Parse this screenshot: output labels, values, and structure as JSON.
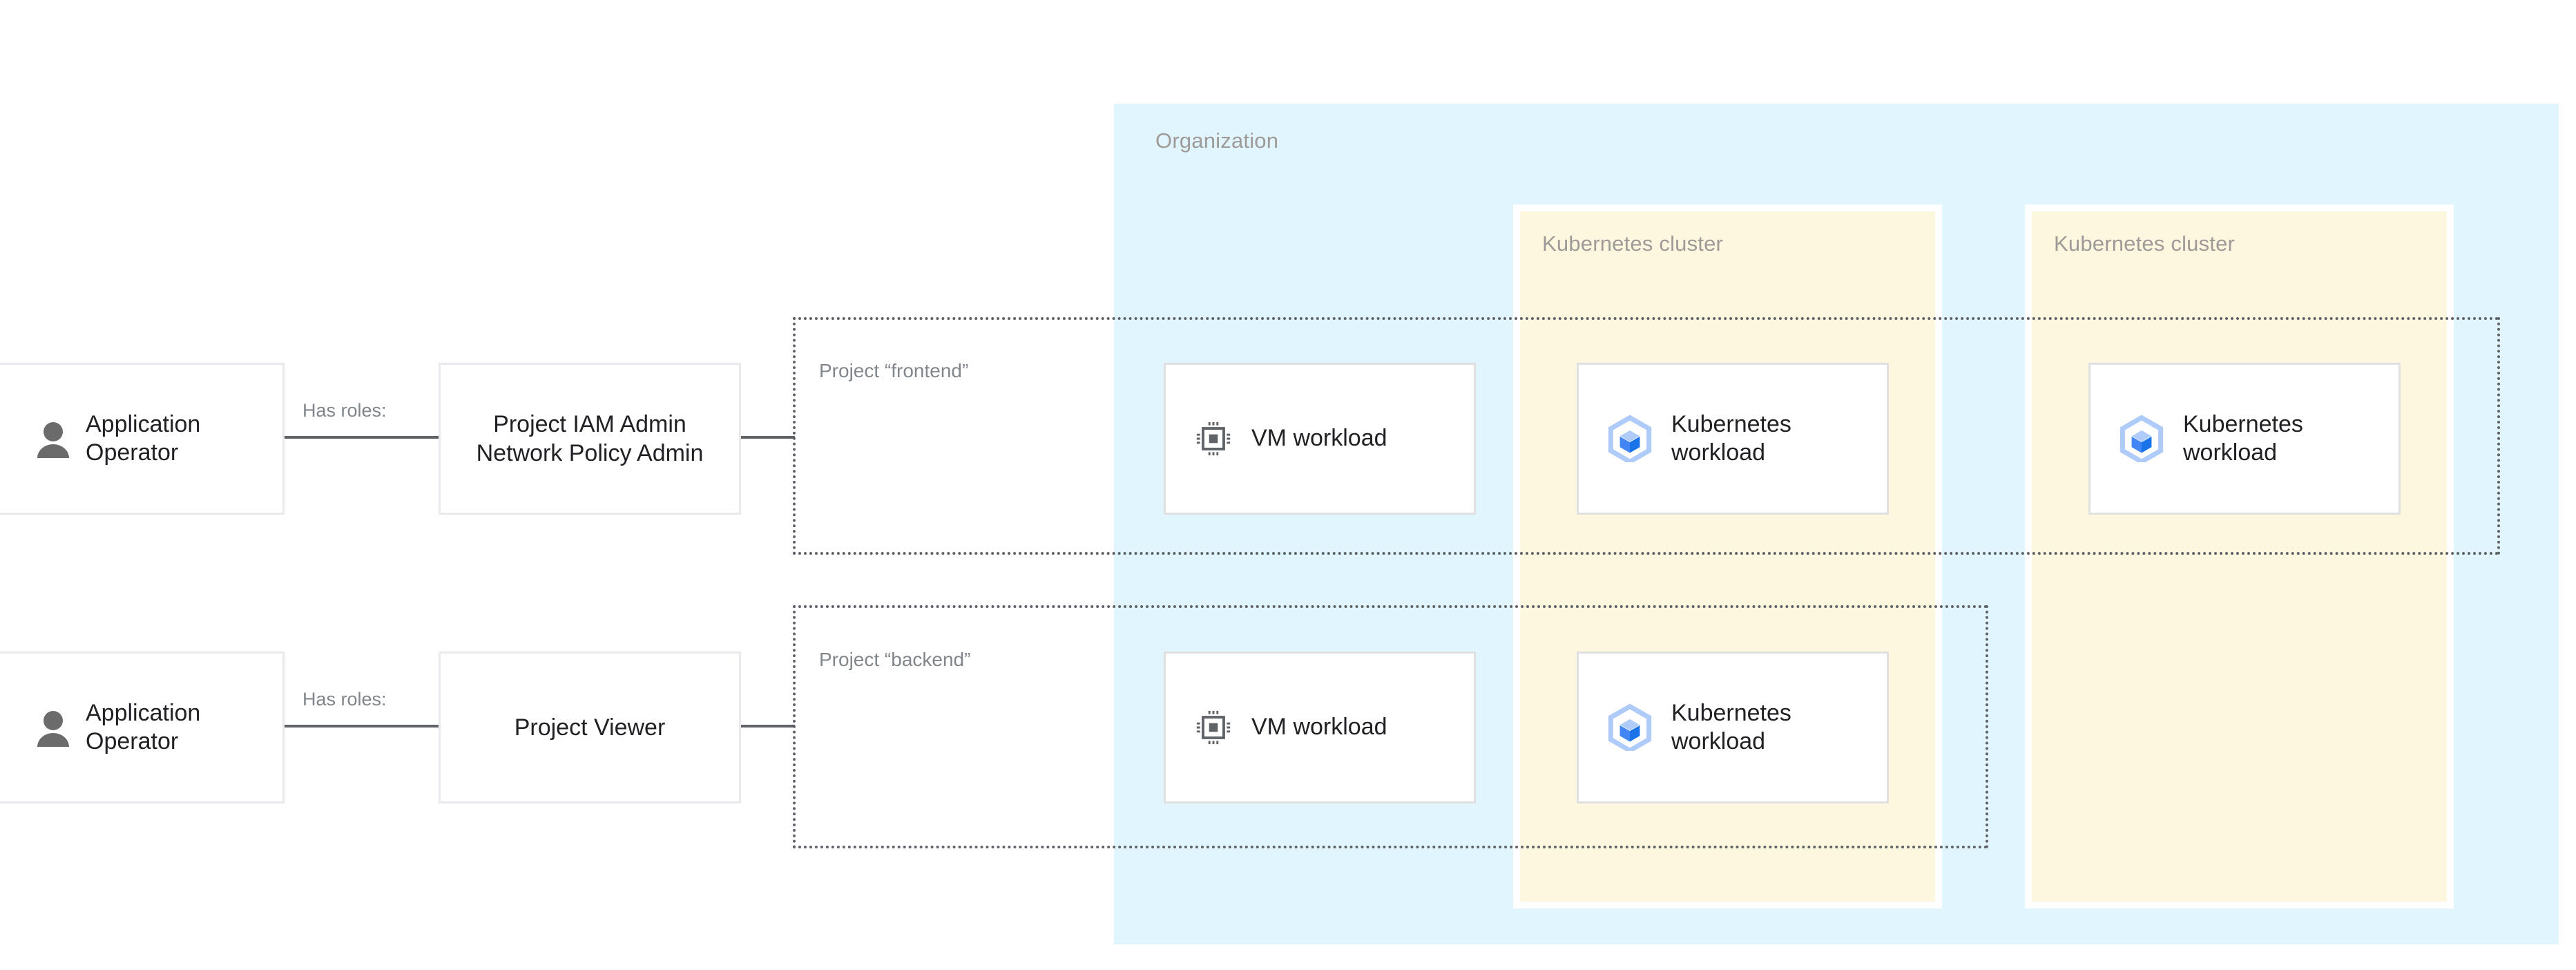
{
  "diagram": {
    "organization": {
      "label": "Organization"
    },
    "clusters": [
      {
        "label": "Kubernetes cluster"
      },
      {
        "label": "Kubernetes cluster"
      }
    ],
    "projects": [
      {
        "label": "Project “frontend”"
      },
      {
        "label": "Project “backend”"
      }
    ],
    "rows": [
      {
        "actor": "Application Operator",
        "relation": "Has roles:",
        "role": "Project IAM Admin Network Policy Admin"
      },
      {
        "actor": "Application Operator",
        "relation": "Has roles:",
        "role": "Project Viewer"
      }
    ],
    "workloads": {
      "vm": "VM workload",
      "kubernetes": "Kubernetes workload"
    },
    "colors": {
      "organization_fill": "#E1F5FE",
      "cluster_fill": "#FEF7E0",
      "card_border": "#E0E0E0",
      "connector": "#5F6368",
      "container_label": "#9E9A98",
      "project_label": "#80868B",
      "text": "#202124",
      "kubernetes_accent": "#4285F4",
      "kubernetes_light": "#AECBFA",
      "person_icon": "#6B6B6B"
    }
  }
}
